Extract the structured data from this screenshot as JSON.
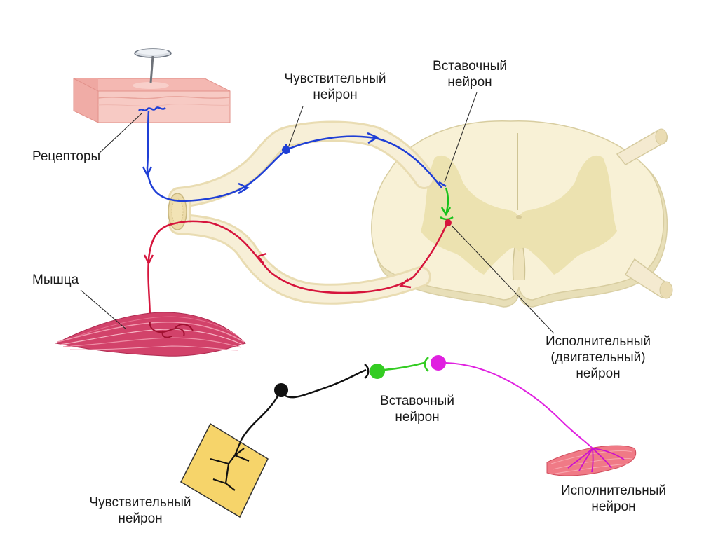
{
  "top_diagram": {
    "labels": {
      "receptors": "Рецепторы",
      "muscle": "Мышца",
      "sensory_line1": "Чувствительный",
      "sensory_line2": "нейрон",
      "inter_line1": "Вставочный",
      "inter_line2": "нейрон",
      "motor_line1": "Исполнительный",
      "motor_line2": "(двигательный)",
      "motor_line3": "нейрон"
    },
    "colors": {
      "sensory_path": "#1f3fd6",
      "inter_path": "#19c21b",
      "motor_path": "#d6143c",
      "skin": "#f6c8c2",
      "spinal_cord": "#f7efcf",
      "gray_matter": "#ece2b0",
      "muscle": "#d2426a"
    }
  },
  "schema": {
    "labels": {
      "sensory_line1": "Чувствительный",
      "sensory_line2": "нейрон",
      "inter_line1": "Вставочный",
      "inter_line2": "нейрон",
      "effector_line1": "Исполнительный",
      "effector_line2": "нейрон"
    },
    "colors": {
      "sensory": "#111111",
      "inter": "#33cc22",
      "effector": "#e020e0",
      "receptor_field": "#f6d46a",
      "muscle": "#f07a86"
    }
  }
}
